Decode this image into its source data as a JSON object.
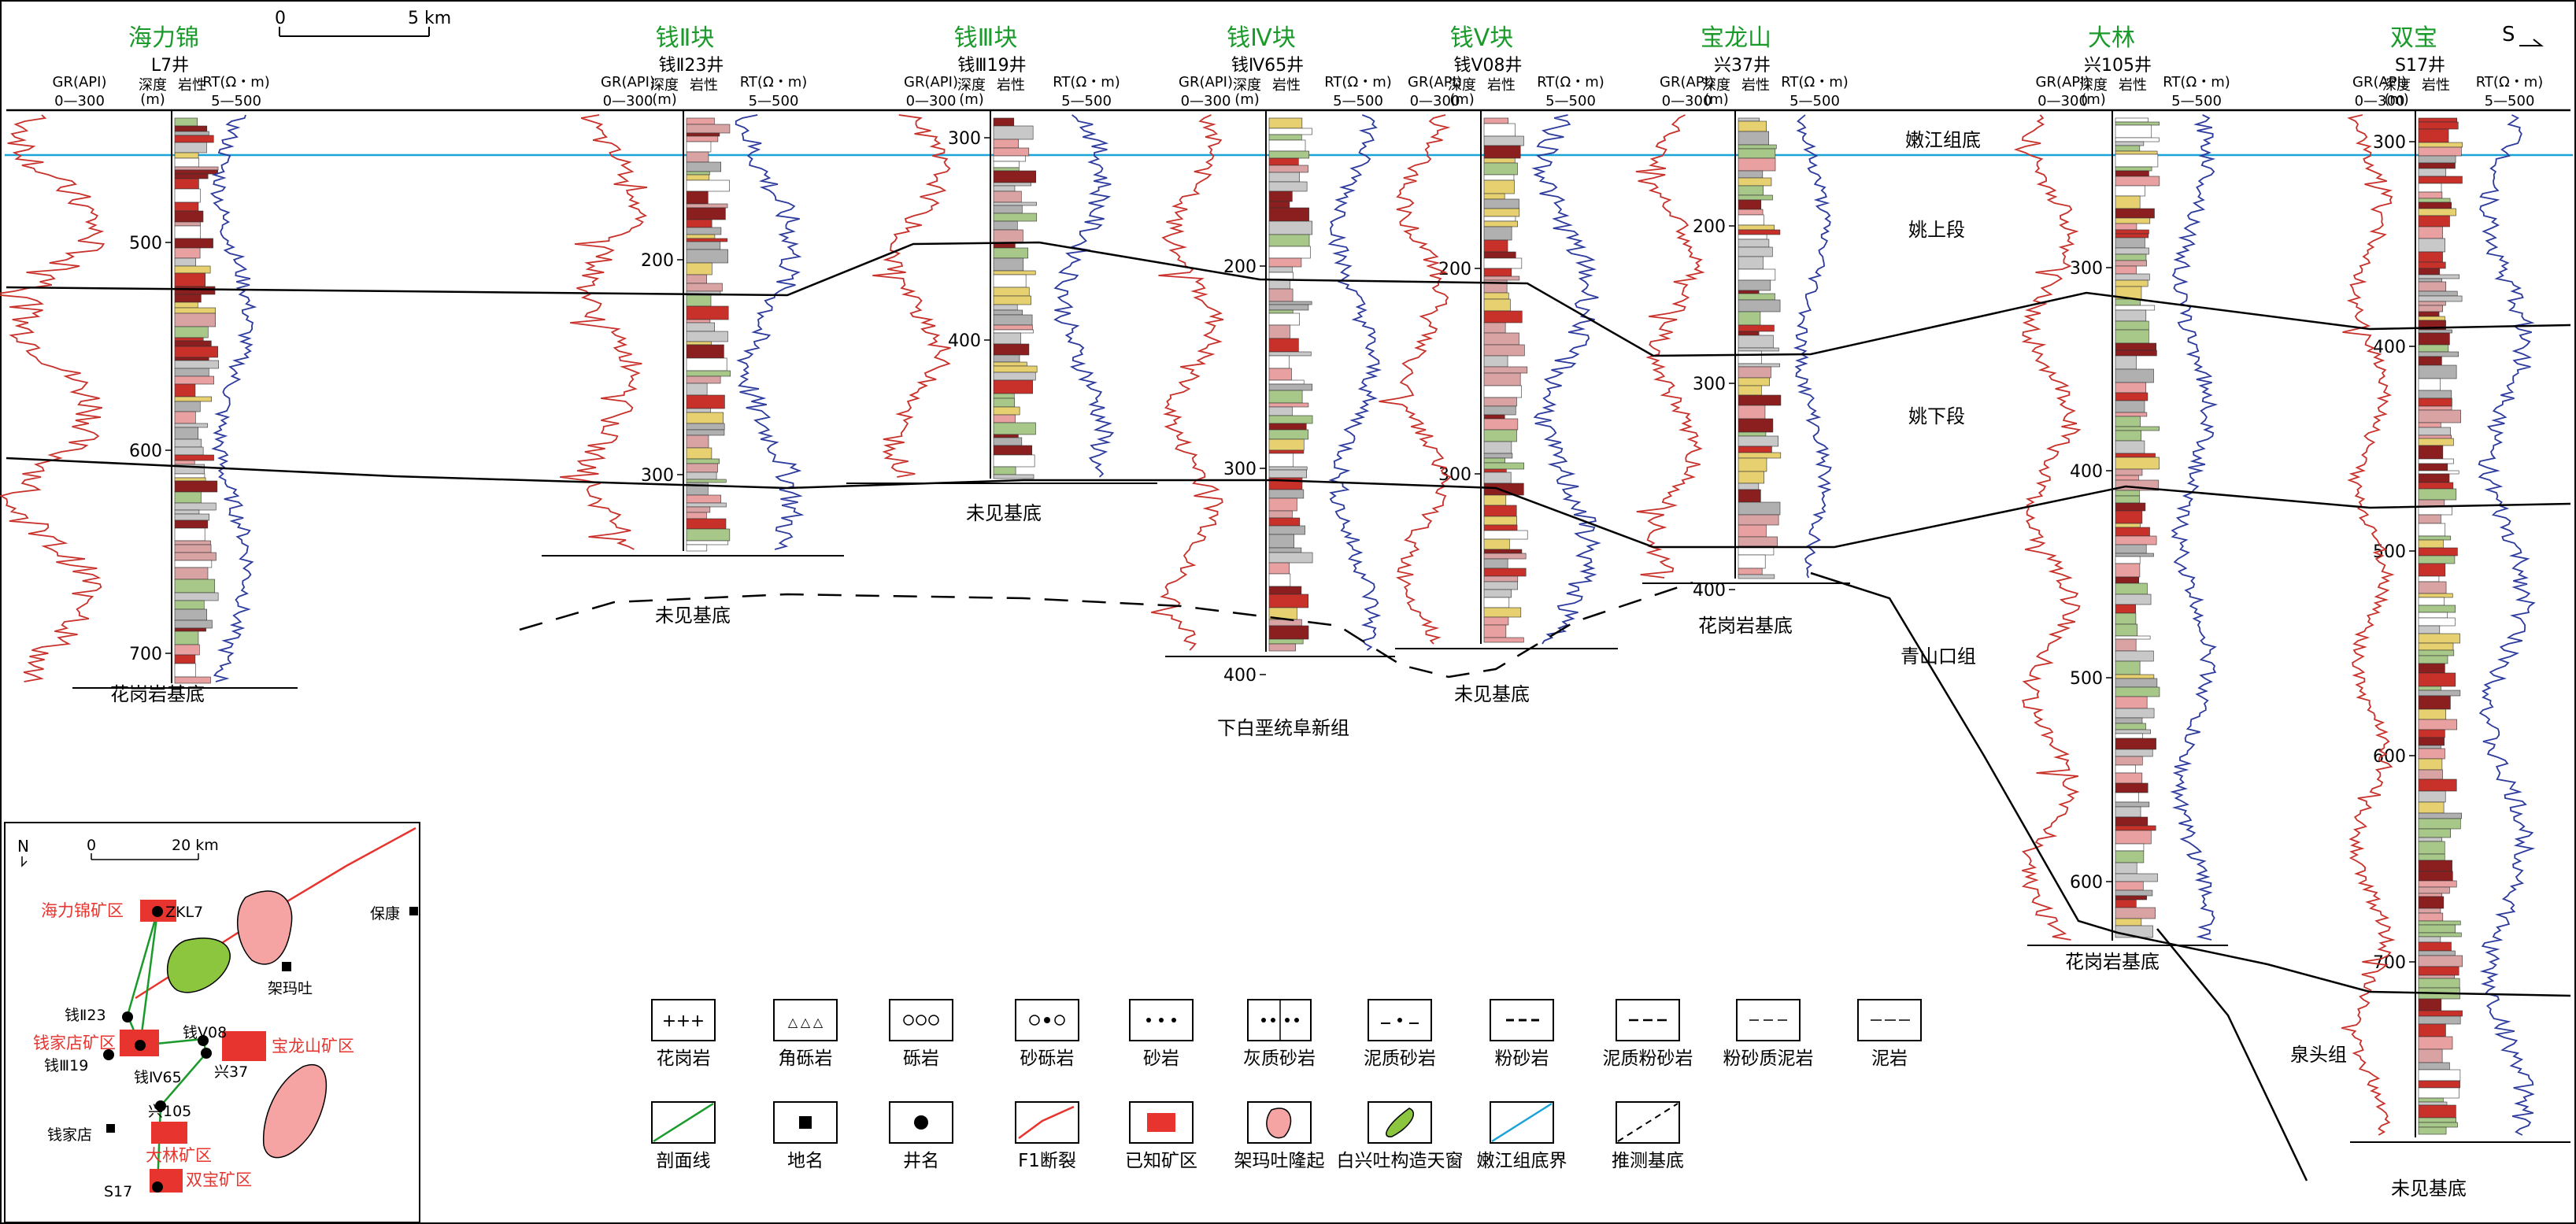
{
  "scale_bar": {
    "zero": "0",
    "end": "5 km"
  },
  "north_label": "S",
  "header_labels": {
    "gr": "GR(API)",
    "gr_r": "0—300",
    "depth": "深度",
    "depth_u": "(m)",
    "litho": "岩性",
    "rt": "RT(Ω・m)",
    "rt_r": "5—500",
    "rt_a": "RT",
    "rt_b": "(Ω・m)",
    "gr_a": "GR",
    "gr_b": "(API)",
    "gr_r2": "0—300",
    "rt_r2": "5—500"
  },
  "wells": [
    {
      "block": "海力锦",
      "well": "L7井",
      "depths": [
        "500",
        "600",
        "700"
      ],
      "base": "花岗岩基底"
    },
    {
      "block": "钱Ⅱ块",
      "well": "钱Ⅱ23井",
      "depths": [
        "200",
        "300"
      ],
      "base": "未见基底"
    },
    {
      "block": "钱Ⅲ块",
      "well": "钱Ⅲ19井",
      "depths": [
        "300",
        "400"
      ],
      "base": "未见基底"
    },
    {
      "block": "钱Ⅳ块",
      "well": "钱Ⅳ65井",
      "depths": [
        "200",
        "300",
        "400"
      ],
      "base": "下白垩统阜新组"
    },
    {
      "block": "钱Ⅴ块",
      "well": "钱Ⅴ08井",
      "depths": [
        "200",
        "300"
      ],
      "base": "未见基底"
    },
    {
      "block": "宝龙山",
      "well": "兴37井",
      "depths": [
        "200",
        "300",
        "400"
      ],
      "base": "花岗岩基底"
    },
    {
      "block": "大林",
      "well": "兴105井",
      "depths": [
        "300",
        "400",
        "500",
        "600"
      ],
      "base": "花岗岩基底"
    },
    {
      "block": "双宝",
      "well": "S17井",
      "depths": [
        "300",
        "400",
        "500",
        "600",
        "700"
      ],
      "base": "未见基底"
    }
  ],
  "formations": {
    "nenjiang": "嫩江组底",
    "yao_upper": "姚上段",
    "yao_lower": "姚下段",
    "qingshankou": "青山口组",
    "quantou": "泉头组"
  },
  "legend": [
    "花岗岩",
    "角砾岩",
    "砾岩",
    "砂砾岩",
    "砂岩",
    "灰质砂岩",
    "泥质砂岩",
    "粉砂岩",
    "泥质粉砂岩",
    "粉砂质泥岩",
    "泥岩",
    "剖面线",
    "地名",
    "井名",
    "F1断裂",
    "已知矿区",
    "架玛吐隆起",
    "白兴吐构造天窗",
    "嫩江组底界",
    "推测基底"
  ],
  "inset": {
    "north": "N",
    "scale_zero": "0",
    "scale_end": "20 km",
    "mines": [
      "海力锦矿区",
      "钱家店矿区",
      "宝龙山矿区",
      "大林矿区",
      "双宝矿区"
    ],
    "wells": [
      "ZKL7",
      "钱Ⅱ23",
      "钱Ⅲ19",
      "钱Ⅴ08",
      "钱Ⅳ65",
      "兴37",
      "兴105",
      "S17"
    ],
    "places": [
      "保康",
      "架玛吐",
      "钱家店"
    ]
  },
  "colors": {
    "green": "#1a9a2a",
    "red": "#c8302a",
    "blue": "#2b3a9c",
    "cyan": "#1aa3d6",
    "mine": "#e8342e"
  }
}
